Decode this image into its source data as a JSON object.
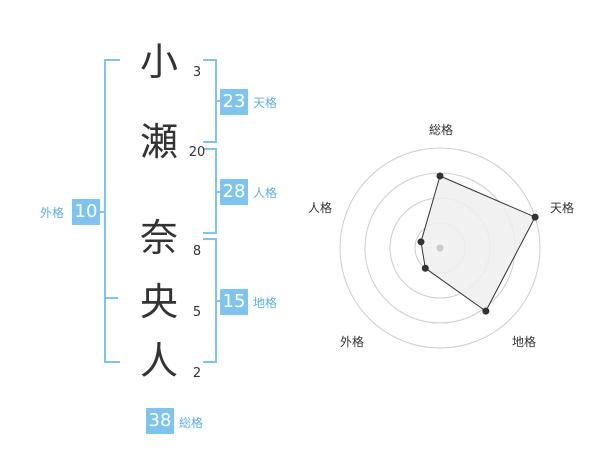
{
  "name": {
    "characters": [
      {
        "char": "小",
        "strokes": "3"
      },
      {
        "char": "瀬",
        "strokes": "20"
      },
      {
        "char": "奈",
        "strokes": "8"
      },
      {
        "char": "央",
        "strokes": "5"
      },
      {
        "char": "人",
        "strokes": "2"
      }
    ]
  },
  "fortunes": {
    "tenkaku": {
      "value": "23",
      "label": "天格"
    },
    "jinkaku": {
      "value": "28",
      "label": "人格"
    },
    "chikaku": {
      "value": "15",
      "label": "地格"
    },
    "gaikaku": {
      "value": "10",
      "label": "外格"
    },
    "soukaku": {
      "value": "38",
      "label": "総格"
    }
  },
  "chart_data": {
    "type": "radar",
    "axes": [
      "総格",
      "天格",
      "地格",
      "外格",
      "人格"
    ],
    "values": [
      0.72,
      1.0,
      0.78,
      0.25,
      0.2
    ],
    "rings": 4,
    "colors": {
      "fill": "#efefef",
      "line": "#333333",
      "grid": "#cccccc"
    }
  },
  "colors": {
    "accent": "#7fc4ef",
    "label": "#5bb0e6"
  }
}
